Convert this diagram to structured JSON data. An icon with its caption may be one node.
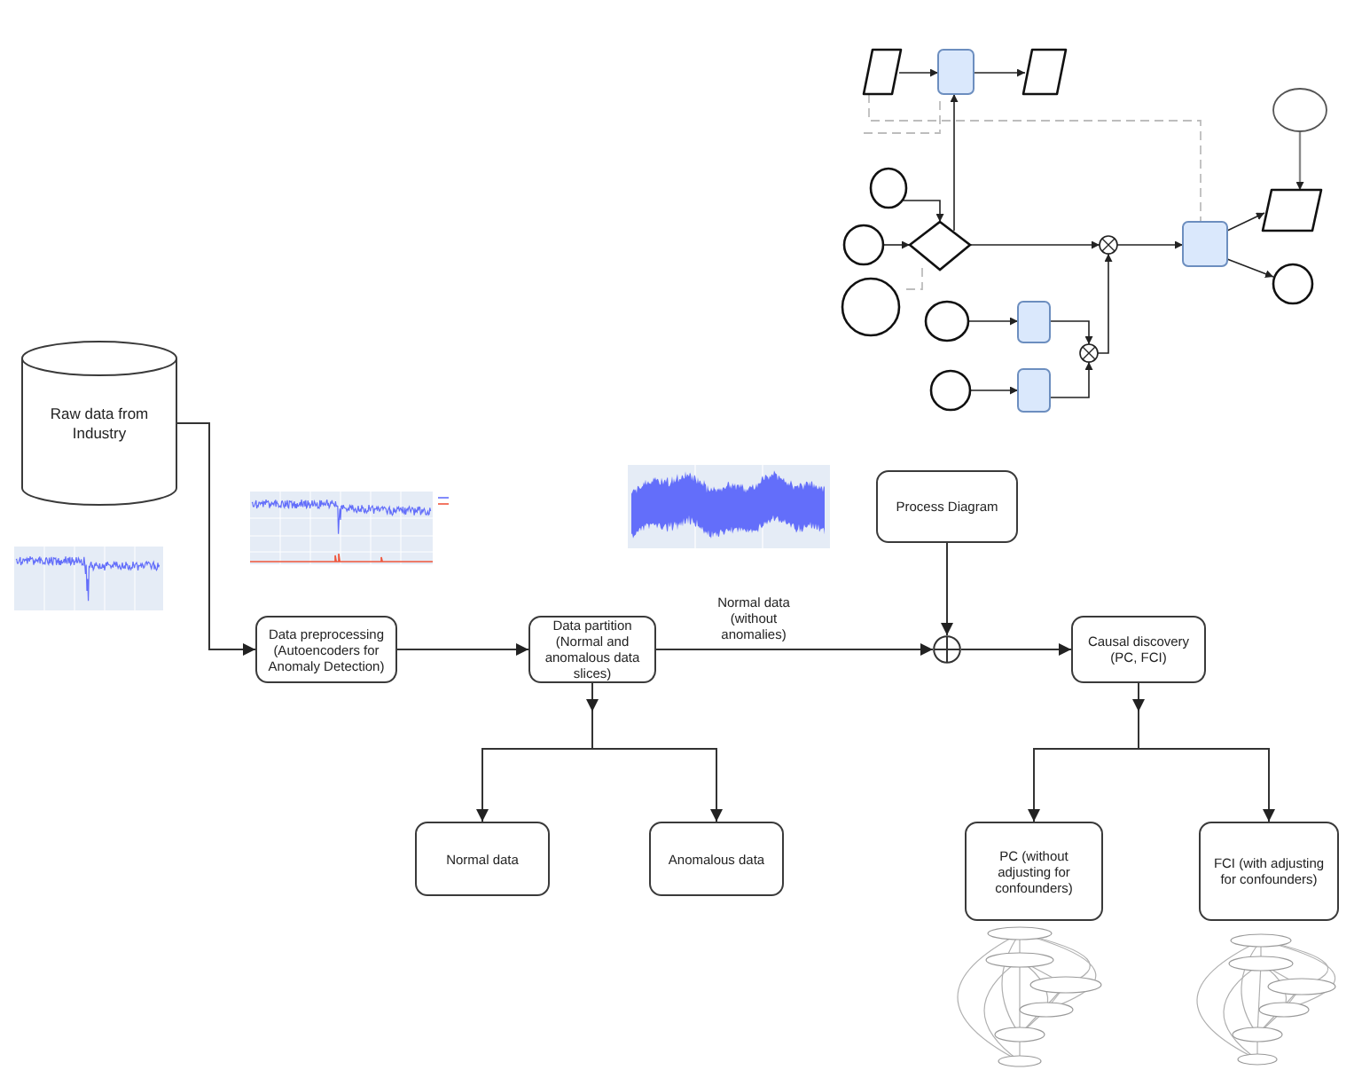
{
  "diagram": {
    "nodes": [
      {
        "text": [
          "Raw data from Industry"
        ]
      },
      {
        "text": [
          "Data preprocessing (Autoencoders for Anomaly Detection)"
        ]
      },
      {
        "text": [
          "Data partition (Normal and anomalous data slices)"
        ]
      },
      {
        "text": [
          "Normal data"
        ]
      },
      {
        "text": [
          "Anomalous data"
        ]
      },
      {
        "text": [
          "Process Diagram"
        ]
      },
      {
        "text": [],
        "shape": "circle"
      },
      {
        "text": [
          "Causal discovery (PC, FCI)"
        ]
      },
      {
        "text": [
          "PC (without adjusting for confounders)"
        ]
      },
      {
        "text": [
          "FCI (with adjusting for confounders)"
        ]
      }
    ],
    "edges": [
      {
        "from": 0,
        "to": 1,
        "arrow": "to"
      },
      {
        "from": 1,
        "to": 2,
        "arrow": "to"
      },
      {
        "from": 2,
        "to": 6,
        "arrow": "to",
        "label": "Normal data (without anomalies)"
      },
      {
        "from": 5,
        "to": 6,
        "arrow": "to"
      },
      {
        "from": 6,
        "to": 7,
        "arrow": "to"
      },
      {
        "from": 2,
        "to": 3,
        "arrow": "to"
      },
      {
        "from": 2,
        "to": 4,
        "arrow": "to"
      },
      {
        "from": 7,
        "to": 8,
        "arrow": "to"
      },
      {
        "from": 7,
        "to": 9,
        "arrow": "to"
      }
    ]
  }
}
